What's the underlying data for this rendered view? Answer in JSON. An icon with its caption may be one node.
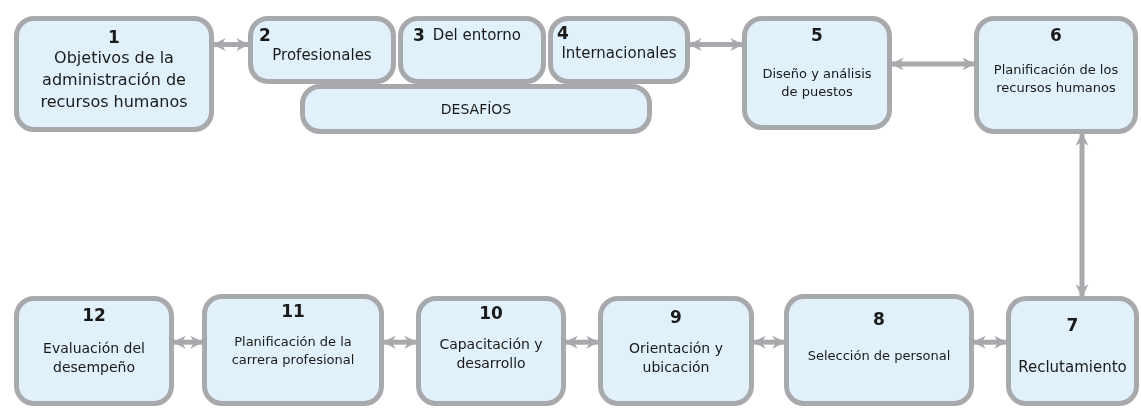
{
  "diagram": {
    "nodes": [
      {
        "text": [
          "1",
          "Objetivos de la administración de recursos humanos"
        ]
      },
      {
        "text": [
          "2",
          "Profesionales"
        ]
      },
      {
        "text": [
          "3",
          "Del entorno"
        ]
      },
      {
        "text": [
          "4",
          "Internacionales"
        ]
      },
      {
        "text": [
          "DESAFÍOS"
        ]
      },
      {
        "text": [
          "5",
          "Diseño y análisis de puestos"
        ]
      },
      {
        "text": [
          "6",
          "Planificación de los recursos humanos"
        ]
      },
      {
        "text": [
          "7",
          "Reclutamiento"
        ]
      },
      {
        "text": [
          "8",
          "Selección de personal"
        ]
      },
      {
        "text": [
          "9",
          "Orientación y ubicación"
        ]
      },
      {
        "text": [
          "10",
          "Capacitación y desarrollo"
        ]
      },
      {
        "text": [
          "11",
          "Planificación de la carrera profesional"
        ]
      },
      {
        "text": [
          "12",
          "Evaluación del desempeño"
        ]
      }
    ],
    "edges": [
      {
        "from": 0,
        "to": 1,
        "arrow": "both"
      },
      {
        "from": 3,
        "to": 5,
        "arrow": "both"
      },
      {
        "from": 5,
        "to": 6,
        "arrow": "both"
      },
      {
        "from": 6,
        "to": 7,
        "arrow": "both"
      },
      {
        "from": 7,
        "to": 8,
        "arrow": "both"
      },
      {
        "from": 8,
        "to": 9,
        "arrow": "both"
      },
      {
        "from": 9,
        "to": 10,
        "arrow": "both"
      },
      {
        "from": 10,
        "to": 11,
        "arrow": "both"
      },
      {
        "from": 11,
        "to": 12,
        "arrow": "both"
      }
    ]
  }
}
